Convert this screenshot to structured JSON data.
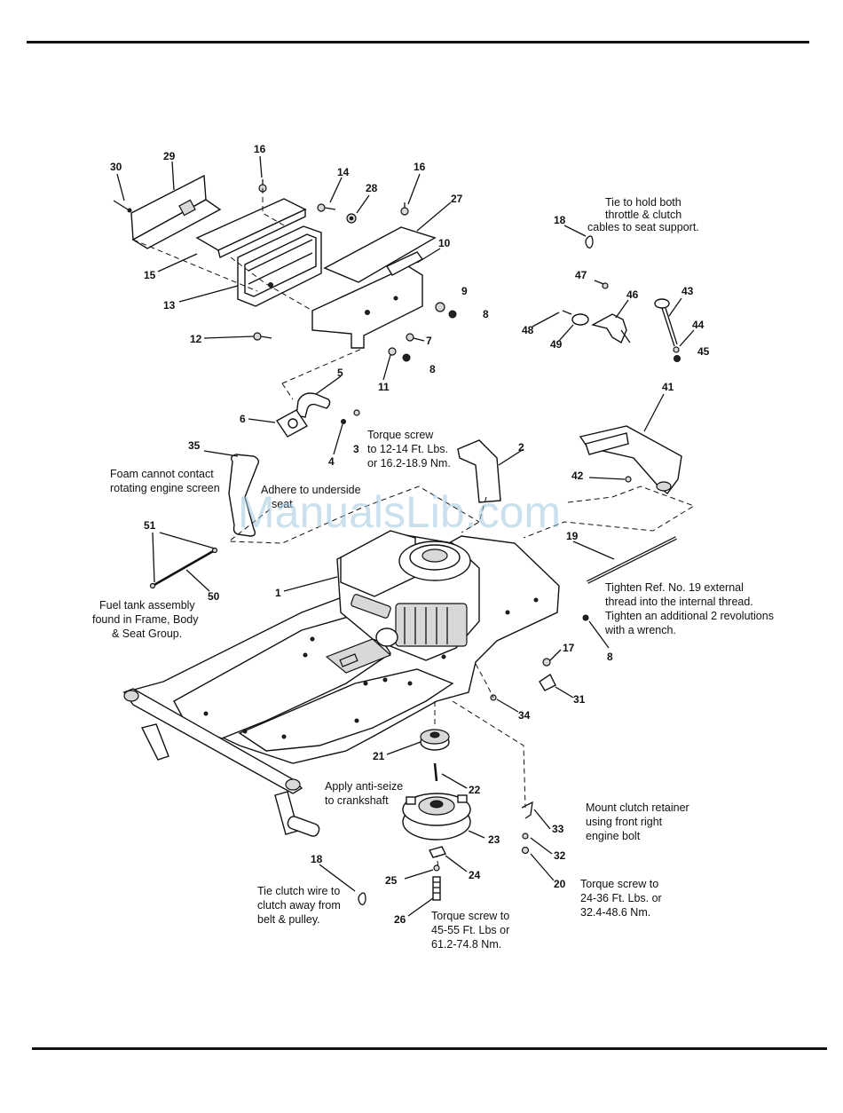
{
  "refs": {
    "r30": "30",
    "r29": "29",
    "r16a": "16",
    "r14": "14",
    "r28": "28",
    "r16b": "16",
    "r27": "27",
    "r10": "10",
    "r15": "15",
    "r13": "13",
    "r9": "9",
    "r8a": "8",
    "r12": "12",
    "r7": "7",
    "r11": "11",
    "r8b": "8",
    "r5": "5",
    "r6": "6",
    "r4": "4",
    "r3": "3",
    "r35": "35",
    "r2": "2",
    "r18a": "18",
    "r47": "47",
    "r46": "46",
    "r43": "43",
    "r48": "48",
    "r49": "49",
    "r44": "44",
    "r45": "45",
    "r41": "41",
    "r42": "42",
    "r19": "19",
    "r51": "51",
    "r50": "50",
    "r1": "1",
    "r8c": "8",
    "r17": "17",
    "r31": "31",
    "r34": "34",
    "r21": "21",
    "r22": "22",
    "r33": "33",
    "r32": "32",
    "r23": "23",
    "r24": "24",
    "r25": "25",
    "r20": "20",
    "r18b": "18",
    "r26": "26"
  },
  "notes": {
    "tie_top": [
      "Tie to hold both",
      "throttle & clutch",
      "cables to seat support."
    ],
    "torque_3": [
      "Torque screw",
      "to 12-14 Ft. Lbs.",
      "or 16.2-18.9 Nm."
    ],
    "foam": [
      "Foam cannot contact",
      "rotating engine screen"
    ],
    "adhere": [
      "Adhere to underside",
      "seat"
    ],
    "fuel_tank": [
      "Fuel tank assembly",
      "found in Frame, Body",
      "& Seat Group."
    ],
    "tighten_19": [
      "Tighten Ref. No. 19 external",
      "thread into the internal thread.",
      "Tighten an additional 2 revolutions",
      "with a wrench."
    ],
    "antiseize": [
      "Apply anti-seize",
      "to crankshaft"
    ],
    "mount_clutch": [
      "Mount clutch retainer",
      "using front right",
      "engine bolt"
    ],
    "torque_20": [
      "Torque screw to",
      "24-36 Ft. Lbs. or",
      "32.4-48.6 Nm."
    ],
    "tie_clutch": [
      "Tie clutch wire to",
      "clutch away from",
      "belt & pulley."
    ],
    "torque_26": [
      "Torque screw to",
      "45-55 Ft. Lbs or",
      "61.2-74.8 Nm."
    ]
  },
  "watermark": "ManualsLib.com"
}
